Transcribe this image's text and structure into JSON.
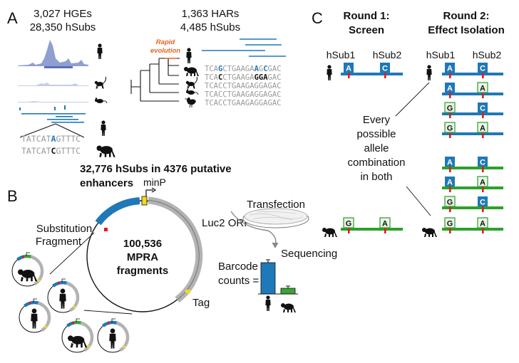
{
  "panel_a": {
    "letter": "A",
    "hge_count": "3,027 HGEs",
    "hge_subs": "28,350 hSubs",
    "har_count": "1,363 HARs",
    "har_subs": "4,485 hSubs",
    "rapid_line1": "Rapid",
    "rapid_line2": "evolution",
    "seqs": [
      [
        "TCA",
        "G",
        "CTGAAGA",
        "A",
        "G",
        "C",
        "GAC"
      ],
      [
        "TCA",
        "C",
        "CTGAAGA",
        "G",
        "G",
        "A",
        "GAC"
      ],
      [
        "TCACCTGAAGAGGAGAC"
      ],
      [
        "TCACCTGAAGAGGAGAC"
      ],
      [
        "TCACCTGAAGAGGAGAC"
      ]
    ],
    "human_seq": [
      "TATCAT",
      "A",
      "GTTTC"
    ],
    "chimp_seq": [
      "TATCAT",
      "C",
      "GTTTC"
    ],
    "summary_line1": "32,776 hSubs in 4376 putative",
    "summary_line2": "enhancers"
  },
  "panel_b": {
    "letter": "B",
    "minp": "minP",
    "substitution": "Substitution",
    "fragment": "Fragment",
    "luc": "Luc2 ORF",
    "tag": "Tag",
    "center_line1": "100,536",
    "center_line2": "MPRA",
    "center_line3": "fragments",
    "transfection": "Transfection",
    "sequencing": "Sequencing",
    "barcode_line1": "Barcode",
    "barcode_line2": "counts ="
  },
  "panel_c": {
    "letter": "C",
    "round1_line1": "Round 1:",
    "round1_line2": "Screen",
    "round2_line1": "Round 2:",
    "round2_line2": "Effect Isolation",
    "hsub1": "hSub1",
    "hsub2": "hSub2",
    "middle_lines": [
      "Every",
      "possible",
      "allele",
      "combination",
      "in both"
    ],
    "round1_rows": [
      {
        "species": "human",
        "a1": "A",
        "a2": "C"
      },
      {
        "species": "chimp",
        "a1": "G",
        "a2": "A"
      }
    ],
    "round2_rows": [
      {
        "species": "human",
        "a1": "A",
        "a2": "C"
      },
      {
        "species": "human",
        "a1": "A",
        "a2": "A"
      },
      {
        "species": "human",
        "a1": "G",
        "a2": "C"
      },
      {
        "species": "human",
        "a1": "G",
        "a2": "A"
      },
      {
        "species": "chimp",
        "a1": "A",
        "a2": "C"
      },
      {
        "species": "chimp",
        "a1": "A",
        "a2": "A"
      },
      {
        "species": "chimp",
        "a1": "G",
        "a2": "C"
      },
      {
        "species": "chimp",
        "a1": "G",
        "a2": "A"
      }
    ],
    "human_allele_color": "#1f78b8",
    "chimp_allele_color": "#3aa435"
  },
  "colors": {
    "human": "#1f78b8",
    "chimp": "#2ca02c",
    "variant": "#e31a1c",
    "rapid": "#e8601c",
    "minp": "#f2dc1a",
    "track": "#8e9fd0",
    "gray": "#999999"
  }
}
